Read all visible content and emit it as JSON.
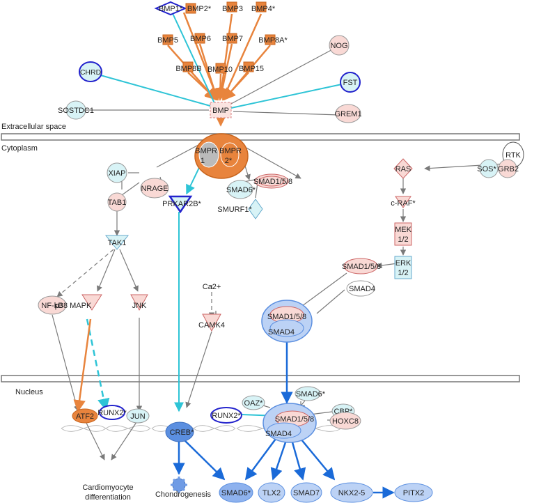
{
  "compartments": {
    "extracellular": "Extracellular space",
    "cytoplasm": "Cytoplasm",
    "nucleus": "Nucleus"
  },
  "nodes": {
    "bmp1": "BMP1*",
    "bmp2": "BMP2*",
    "bmp3": "BMP3",
    "bmp4": "BMP4*",
    "bmp5": "BMP5",
    "bmp6": "BMP6",
    "bmp7": "BMP7",
    "bmp8a": "BMP8A*",
    "bmp8b": "BMP8B",
    "bmp10": "BMP10",
    "bmp15": "BMP15",
    "nog": "NOG",
    "chrd": "CHRD",
    "fst": "FST",
    "sostdc1": "SOSTDC1",
    "grem1": "GREM1",
    "bmp": "BMP",
    "bmpr1": "BMPR",
    "bmpr1_sub": "1",
    "bmpr2": "BMPR",
    "bmpr2_sub": "2*",
    "rtk": "RTK",
    "sos": "SOS*",
    "grb2": "GRB2",
    "ras": "RAS",
    "craf": "c-RAF*",
    "mek": "MEK",
    "mek_sub": "1/2",
    "erk": "ERK",
    "erk_sub": "1/2",
    "xiap": "XIAP",
    "nrage": "NRAGE",
    "tab1": "TAB1",
    "tak1": "TAK1",
    "smad6_cyto": "SMAD6*",
    "smad158_cyto": "SMAD1/5/8",
    "smurf1": "SMURF1*",
    "prkar2b": "PRKAR2B*",
    "nfkb": "NF-kB",
    "p38": "p38 MAPK",
    "jnk": "JNK",
    "ca2": "Ca2+",
    "camk4": "CAMK4",
    "smad158_erk": "SMAD1/5/8",
    "smad4_free": "SMAD4",
    "cplx_smad158": "SMAD1/5/8",
    "cplx_smad4": "SMAD4",
    "atf2": "ATF2",
    "runx2_nuc": "RUNX2*",
    "jun": "JUN",
    "creb": "CREB*",
    "oaz": "OAZ*",
    "smad6_nuc": "SMAD6*",
    "cbp": "CBP*",
    "runx2_b": "RUNX2*",
    "hoxc8": "HOXC8",
    "ncplx_smad158": "SMAD1/5/8",
    "ncplx_smad4": "SMAD4",
    "cardio1": "Cardiomyocyte",
    "cardio2": "differentiation",
    "chondro": "Chondrogenesis",
    "smad6_out": "SMAD6*",
    "tlx2": "TLX2",
    "smad7": "SMAD7",
    "nkx25": "NKX2-5",
    "pitx2": "PITX2"
  },
  "colors": {
    "orange": "#e8843d",
    "orange_dark": "#c8651e",
    "pink": "#f9d9d5",
    "light_blue": "#d8f3f6",
    "blue": "#5b8fe0",
    "blue_light": "#bcd2f5",
    "cyan_edge": "#2ec4d6",
    "blue_edge": "#1a6ad8",
    "grey_edge": "#7a7a7a",
    "navy_outline": "#2222cc"
  }
}
